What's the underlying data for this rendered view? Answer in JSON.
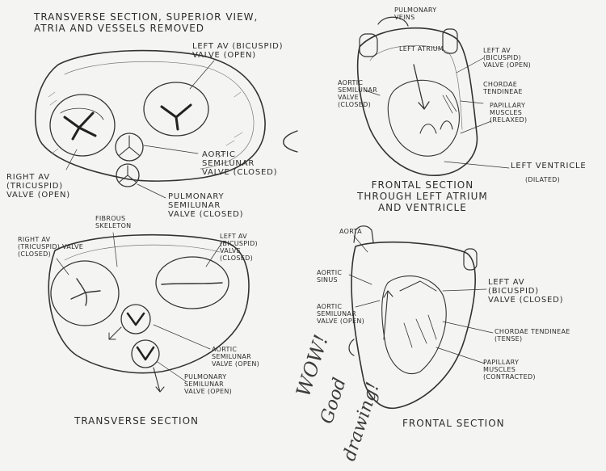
{
  "titles": {
    "top_left": [
      "TRANSVERSE SECTION, SUPERIOR VIEW,",
      "ATRIA AND VESSELS REMOVED"
    ],
    "bottom_left": "TRANSVERSE SECTION",
    "top_right": [
      "FRONTAL SECTION",
      "THROUGH LEFT ATRIUM",
      "AND VENTRICLE"
    ],
    "bottom_right": "FRONTAL SECTION"
  },
  "labels": {
    "left_av_open": [
      "LEFT AV (BICUSPID)",
      "VALVE (OPEN)"
    ],
    "aortic_semilunar_closed": [
      "AORTIC",
      "SEMILUNAR",
      "VALVE (CLOSED)"
    ],
    "right_av_open": [
      "RIGHT AV",
      "(TRICUSPID)",
      "VALVE (OPEN)"
    ],
    "pulmonary_semilunar_closed": [
      "PULMONARY",
      "SEMILUNAR",
      "VALVE (CLOSED)"
    ],
    "right_av_closed": [
      "RIGHT AV",
      "(TRICUSPID) VALVE",
      "(CLOSED)"
    ],
    "fibrous_skeleton": [
      "FIBROUS",
      "SKELETON"
    ],
    "left_av_closed": [
      "LEFT AV",
      "(BICUSPID)",
      "VALVE",
      "(CLOSED)"
    ],
    "aortic_semilunar_open": [
      "AORTIC",
      "SEMILUNAR",
      "VALVE (OPEN)"
    ],
    "pulmonary_semilunar_open": [
      "PULMONARY",
      "SEMILUNAR",
      "VALVE (OPEN)"
    ],
    "pulmonary_veins": [
      "PULMONARY",
      "VEINS"
    ],
    "left_atrium": "LEFT ATRIUM",
    "aortic_semilunar_closed_fr": [
      "AORTIC",
      "SEMILUNAR",
      "VALVE",
      "(CLOSED)"
    ],
    "left_av_open_fr": [
      "LEFT AV",
      "(BICUSPID)",
      "VALVE (OPEN)"
    ],
    "chordae_relaxed": [
      "CHORDAE",
      "TENDINEAE"
    ],
    "papillary_relaxed": [
      "PAPILLARY",
      "MUSCLES",
      "(RELAXED)"
    ],
    "left_ventricle": "LEFT VENTRICLE",
    "dilated": "(DILATED)",
    "aorta": "AORTA",
    "aortic_sinus": [
      "AORTIC",
      "SINUS"
    ],
    "aortic_semilunar_open_fr": [
      "AORTIC",
      "SEMILUNAR",
      "VALVE (OPEN)"
    ],
    "left_av_closed_fr": [
      "LEFT AV",
      "(BICUSPID)",
      "VALVE (CLOSED)"
    ],
    "chordae_tense": [
      "CHORDAE TENDINEAE",
      "(TENSE)"
    ],
    "papillary_contracted": [
      "PAPILLARY",
      "MUSCLES",
      "(CONTRACTED)"
    ]
  },
  "annotation": [
    "WOW!",
    "Good",
    "drawing!"
  ]
}
